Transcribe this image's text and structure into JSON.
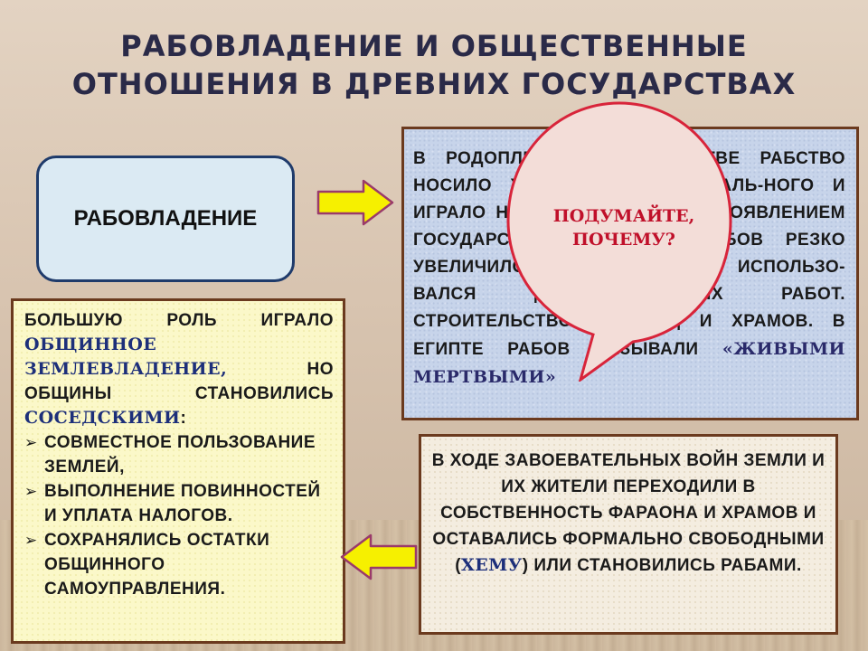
{
  "title": {
    "line1": "РАБОВЛАДЕНИЕ  И ОБЩЕСТВЕННЫЕ",
    "line2": "ОТНОШЕНИЯ  В  ДРЕВНИХ ГОСУДАРСТВАХ"
  },
  "concept_box": {
    "label": "РАБОВЛАДЕНИЕ"
  },
  "info_box": {
    "text": "В РОДОПЛЕМЕННОМ ОБЩЕСТВЕ РАБСТВО НОСИЛО ХАРАКТЕР ПАТРИАРХАЛЬ-НОГО И ИГРАЛО НЕБОЛЬШУЮ РОЛИ. С ПОЯВЛЕНИЕМ ГОСУДАРСТВ КОЛИЧЕСТВО РАБОВ РЕЗКО УВЕЛИЧИЛОСЬ. ТРУД РАБОВ ИСПОЛЬЗО-ВАЛСЯ ДЛЯ ТЯЖЕЛЫХ РАБОТ. СТРОИТЕЛЬСТВО ПИРАМИД И ХРАМОВ. В ЕГИПТЕ РАБОВ НАЗЫВАЛИ",
    "highlight": "«ЖИВЫМИ МЕРТВЫМИ»"
  },
  "callout": {
    "line1": "ПОДУМАЙТЕ,",
    "line2": "ПОЧЕМУ?"
  },
  "community_box": {
    "intro_a": "БОЛЬШУЮ РОЛЬ ИГРАЛО",
    "term1": "ОБЩИННОЕ ЗЕМЛЕВЛАДЕНИЕ,",
    "intro_b": "НО ОБЩИНЫ СТАНОВИЛИСЬ",
    "term2": "СОСЕДСКИМИ",
    "colon": ":",
    "bullet_mark": "➢",
    "items": [
      "СОВМЕСТНОЕ ПОЛЬЗОВАНИЕ ЗЕМЛЕЙ,",
      "ВЫПОЛНЕНИЕ ПОВИННОСТЕЙ И УПЛАТА НАЛОГОВ.",
      "СОХРАНЯЛИСЬ ОСТАТКИ ОБЩИННОГО САМОУПРАВЛЕНИЯ."
    ]
  },
  "conquest_box": {
    "text_a": "В ХОДЕ ЗАВОЕВАТЕЛЬНЫХ ВОЙН ЗЕМЛИ И ИХ ЖИТЕЛИ ПЕРЕХОДИЛИ В СОБСТВЕННОСТЬ ФАРАОНА И ХРАМОВ И ОСТАВАЛИСЬ ФОРМАЛЬНО СВОБОДНЫМИ (",
    "term": "ХЕМУ",
    "text_b": ") ИЛИ СТАНОВИЛИСЬ РАБАМИ."
  },
  "colors": {
    "title": "#2a2a48",
    "arrow_fill": "#f6f000",
    "arrow_stroke": "#9a3a6a",
    "callout_fill": "#f3ddd8",
    "callout_stroke": "#d8243a",
    "callout_text": "#c0102a"
  }
}
